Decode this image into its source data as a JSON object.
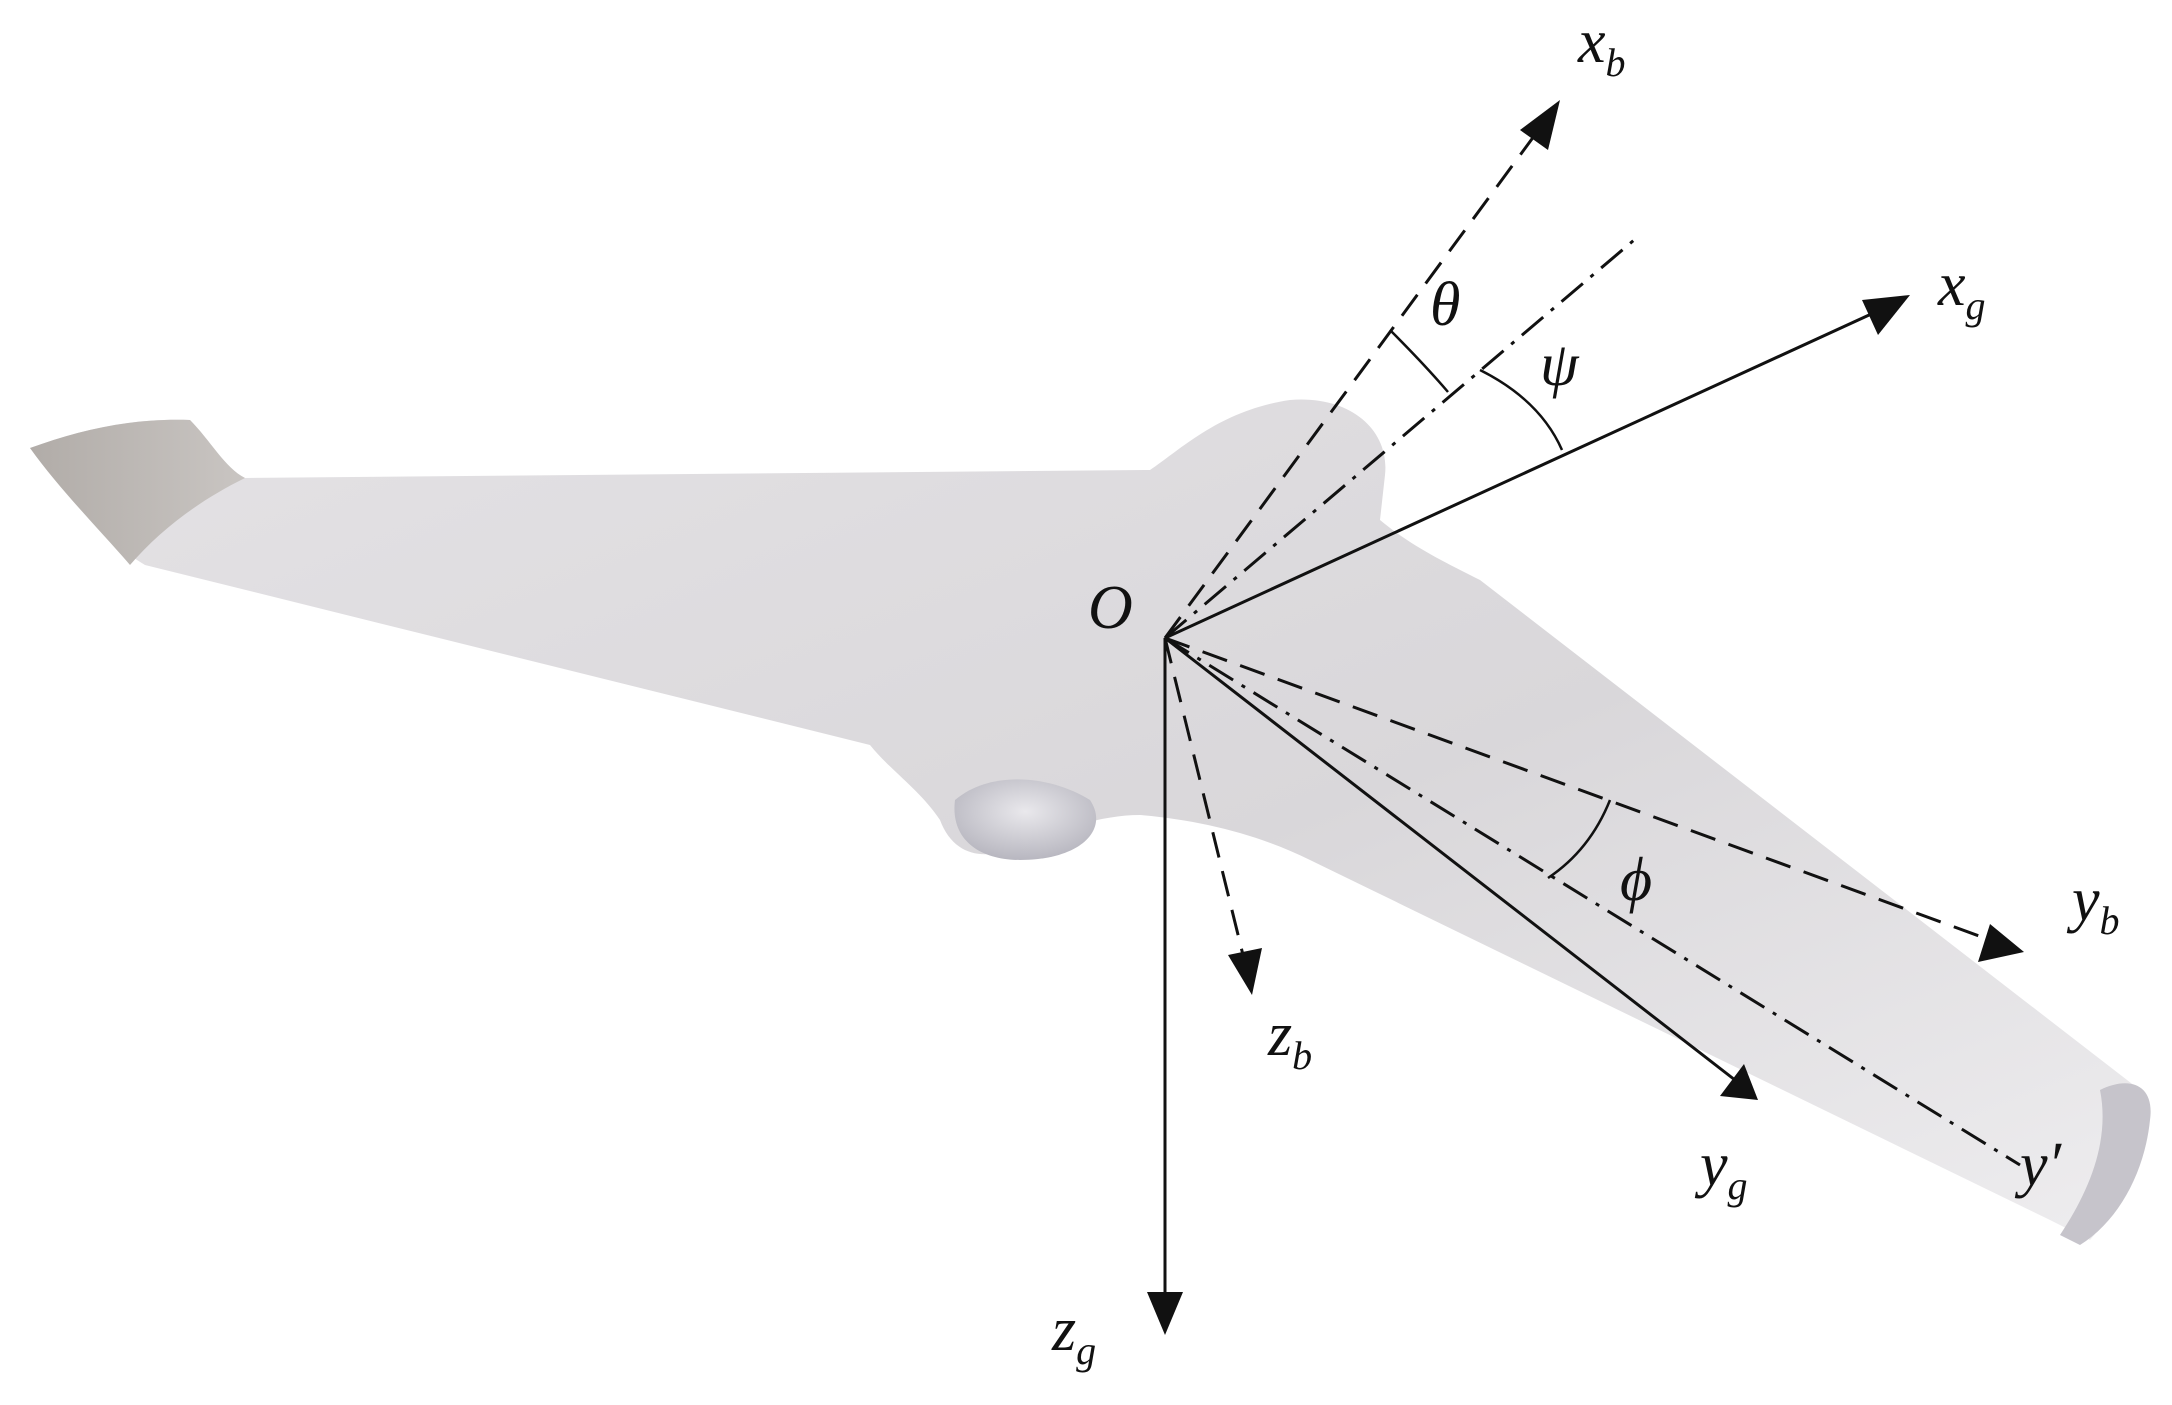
{
  "labels": {
    "origin": "O",
    "xb": {
      "base": "x",
      "sub": "b"
    },
    "xg": {
      "base": "x",
      "sub": "g"
    },
    "yb": {
      "base": "y",
      "sub": "b"
    },
    "yg": {
      "base": "y",
      "sub": "g"
    },
    "zb": {
      "base": "z",
      "sub": "b"
    },
    "zg": {
      "base": "z",
      "sub": "g"
    },
    "yprime": "y′",
    "theta": "θ",
    "psi": "ψ",
    "phi": "ϕ"
  },
  "colors": {
    "background": "#ffffff",
    "aircraft": "#dcdadd",
    "aircraft_shadow": "#b9b6bc",
    "lines": "#111111"
  }
}
